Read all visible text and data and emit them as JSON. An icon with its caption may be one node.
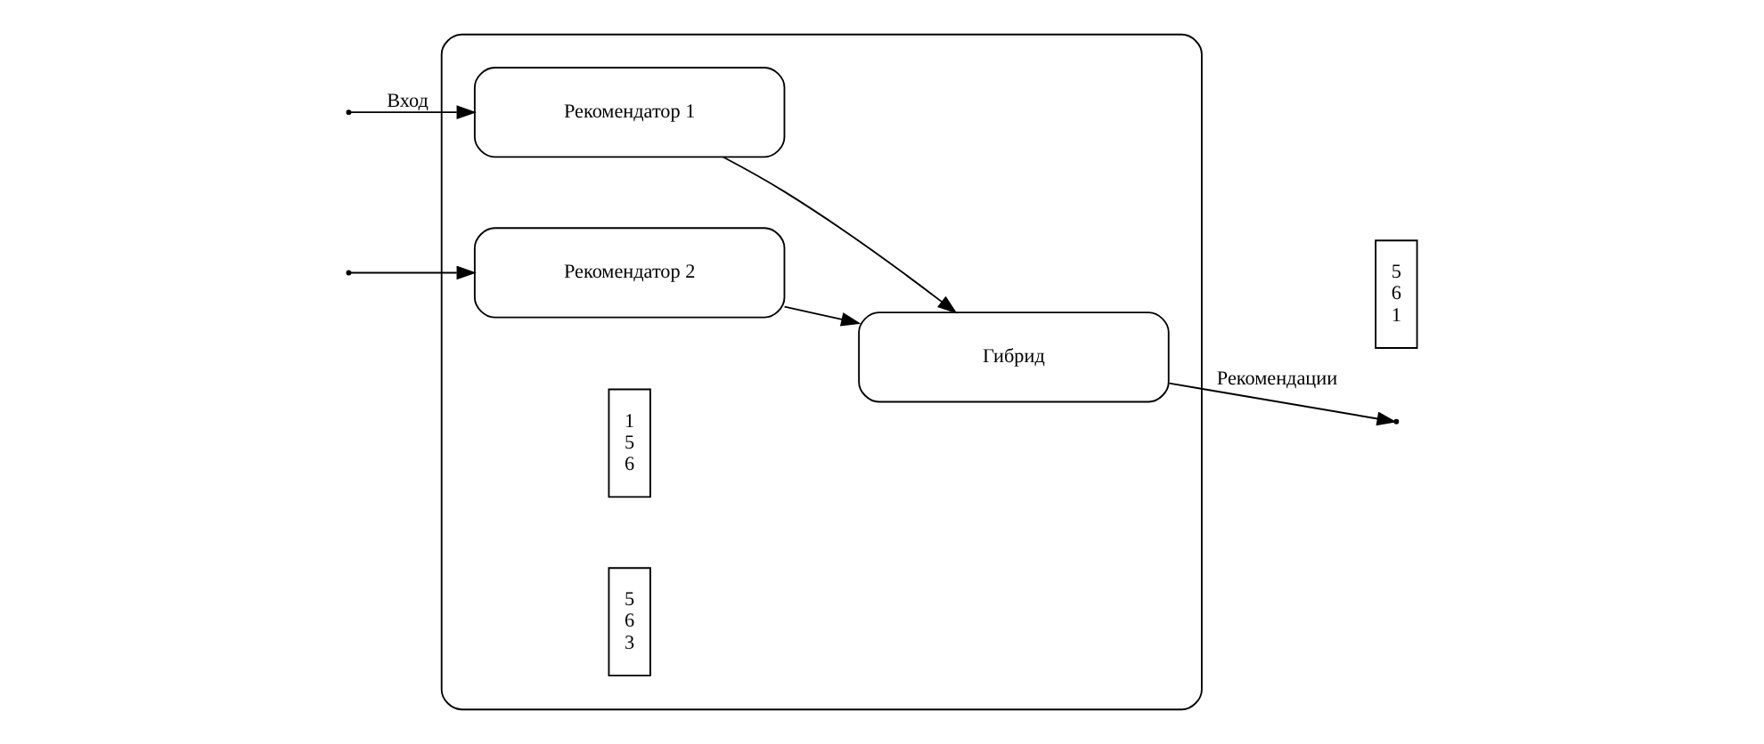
{
  "diagram": {
    "nodes": [
      {
        "text": [],
        "shape": "box"
      },
      {
        "text": [
          "Рекомендатор 1"
        ],
        "in": 0
      },
      {
        "text": [
          "Рекомендатор 2"
        ],
        "in": 0
      },
      {
        "text": [
          "Гибрид"
        ],
        "in": 0
      },
      {
        "text": [
          "1",
          "5",
          "6"
        ],
        "in": 0
      },
      {
        "text": [
          "5",
          "6",
          "3"
        ],
        "in": 0
      },
      {
        "text": [
          "5",
          "6",
          "1"
        ]
      }
    ],
    "edges": [
      {
        "from": null,
        "to": 1,
        "arrow": "to",
        "label": "Вход"
      },
      {
        "from": null,
        "to": 2,
        "arrow": "to"
      },
      {
        "from": 1,
        "to": 3,
        "arrow": "to"
      },
      {
        "from": 2,
        "to": 3,
        "arrow": "to"
      },
      {
        "from": 3,
        "to": null,
        "arrow": "to",
        "label": "Рекомендации"
      }
    ]
  }
}
